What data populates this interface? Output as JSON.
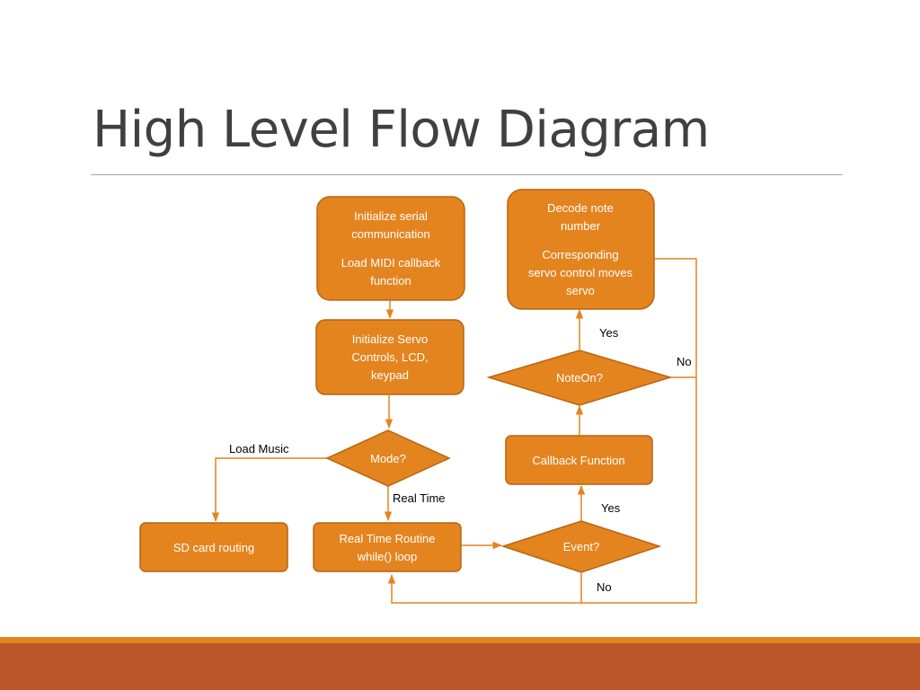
{
  "slide": {
    "title": "High Level Flow Diagram"
  },
  "colors": {
    "node_fill": "#e4841f",
    "node_stroke": "#b96412",
    "connector": "#e4841f",
    "title_text": "#404040",
    "accent_band": "#e4841f",
    "footer_band": "#bb562a"
  },
  "diagram": {
    "nodes": {
      "init_serial": {
        "line1": "Initialize serial",
        "line2": "communication",
        "line3": "Load MIDI callback",
        "line4": "function"
      },
      "init_servo": {
        "line1": "Initialize Servo",
        "line2": "Controls, LCD,",
        "line3": "keypad"
      },
      "mode": {
        "label": "Mode?"
      },
      "sd_card": {
        "label": "SD card routing"
      },
      "real_time_routine": {
        "line1": "Real Time Routine",
        "line2": "while() loop"
      },
      "event": {
        "label": "Event?"
      },
      "callback": {
        "label": "Callback Function"
      },
      "noteon": {
        "label": "NoteOn?"
      },
      "decode": {
        "line1": "Decode note",
        "line2": "number",
        "line3": "Corresponding",
        "line4": "servo control moves",
        "line5": "servo"
      }
    },
    "edge_labels": {
      "load_music": "Load Music",
      "real_time": "Real Time",
      "event_yes": "Yes",
      "event_no": "No",
      "noteon_yes": "Yes",
      "noteon_no": "No"
    }
  }
}
